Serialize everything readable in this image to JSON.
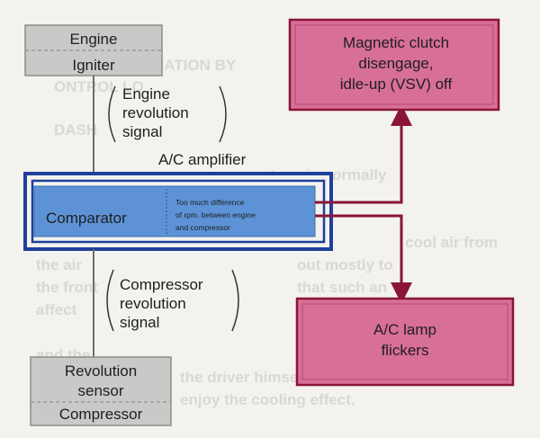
{
  "diagram": {
    "engine_box": {
      "line1": "Engine",
      "line2": "Igniter"
    },
    "engine_signal": {
      "line1": "Engine",
      "line2": "revolution",
      "line3": "signal"
    },
    "amplifier_label": "A/C amplifier",
    "comparator": {
      "label": "Comparator",
      "note_line1": "Too much difference",
      "note_line2": "of rpm. between engine",
      "note_line3": "and compressor"
    },
    "compressor_signal": {
      "line1": "Compressor",
      "line2": "revolution",
      "line3": "signal"
    },
    "compressor_box": {
      "line1": "Revolution",
      "line2": "sensor",
      "line3": "Compressor"
    },
    "clutch_box": {
      "line1": "Magnetic clutch",
      "line2": "disengage,",
      "line3": "idle-up (VSV) off"
    },
    "lamp_box": {
      "line1": "A/C lamp",
      "line2": "flickers"
    },
    "colors": {
      "gray_box": "#c9c9c7",
      "amplifier_border": "#1f3f9a",
      "comparator_fill": "#5d93d6",
      "pink_box": "#d86f98",
      "output_line": "#8a1536"
    }
  }
}
